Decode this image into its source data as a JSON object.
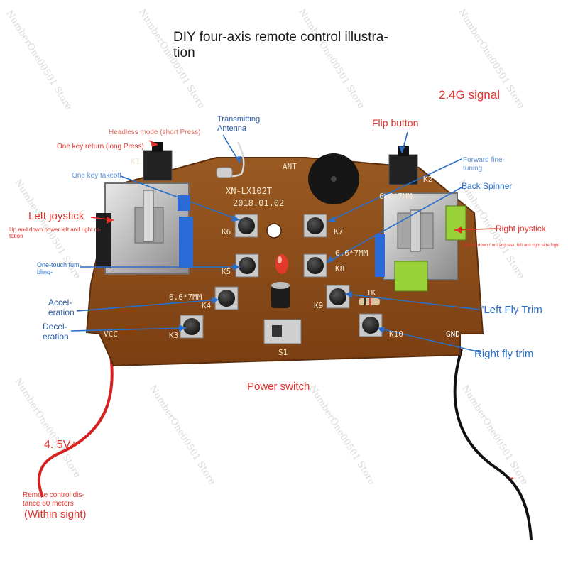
{
  "title": "DIY four-axis remote control illustra-\ntion",
  "colors": {
    "label_red": "#e0312b",
    "label_blue": "#2a6fc9",
    "board": "#8b4513",
    "board_dark": "#6e3410",
    "wire_red": "#d62020",
    "wire_black": "#111111"
  },
  "labels": {
    "signal": "2.4G signal",
    "flip": "Flip button",
    "transmitting": "Transmitting\nAntenna",
    "headless": "Headless mode (short Press)",
    "one_key_return": "One key return (long Press)",
    "one_key_takeoff": "One key takeoff",
    "forward": "Forward fine-\ntuning",
    "back_spinner": "Back Spinner",
    "left_joystick": "Left joystick",
    "left_joystick_desc": "Up and down power left and right ro-\ntation",
    "right_joystick": "Right joystick",
    "right_joystick_desc": "Up and down front and rear, left and right side flight",
    "tumbling": "One-touch tum-\nbling-",
    "acceleration": "Accel-\neration",
    "deceleration": "Decel-\neration",
    "left_trim": "\"Left Fly Trim",
    "right_trim": "Right fly trim",
    "power_switch": "Power switch",
    "voltage": "4. 5V+",
    "distance": "Remote control dis-\ntance 60 meters",
    "within_sight": "(Within sight)",
    "minus": "-"
  },
  "pcb": {
    "model": "XN-LX102T",
    "date": "2018.01.02",
    "k6": "K6",
    "k7": "K7",
    "k5": "K5",
    "k8": "K8",
    "k4": "K4",
    "k9": "K9",
    "k3": "K3",
    "k10": "K10",
    "k1": "K1",
    "k2": "K2",
    "vcc": "VCC",
    "gnd": "GND",
    "s1": "S1",
    "ant": "ANT",
    "mm_left": "6.6*7MM",
    "mm_mid": "6.6*7MM",
    "mm_right": "6.6*7MM",
    "r1k": "1K"
  },
  "watermark": "NumberOne00501 Store"
}
